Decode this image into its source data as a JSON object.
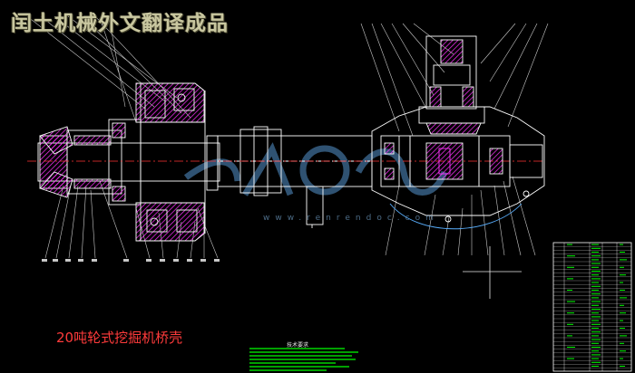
{
  "header": {
    "title": "闰土机械外文翻译成品"
  },
  "caption": {
    "text": "20吨轮式挖掘机桥壳"
  },
  "watermark": {
    "text": "www.renrendoc.com"
  },
  "notes": {
    "title": "技术要求"
  },
  "colors": {
    "background": "#000000",
    "outline": "#ffffff",
    "hatch": "#ff33ff",
    "accent_line": "#ff3333",
    "leader_line": "#c8c8c8",
    "notes": "#00ff00",
    "watermark": "#4a7aa6",
    "caption": "#ff3b3b"
  }
}
